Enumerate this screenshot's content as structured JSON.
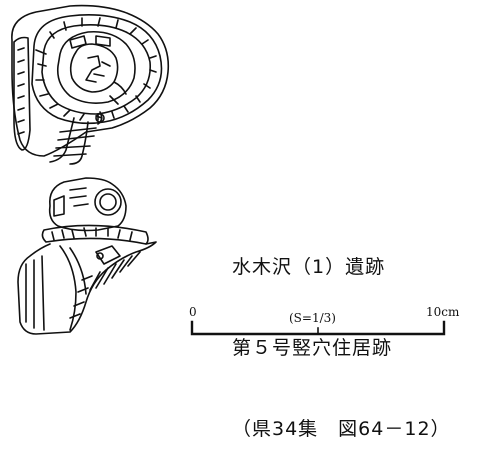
{
  "drawings": [
    {
      "name": "artifact-top-view",
      "icon": "pottery-fragment-sketch"
    },
    {
      "name": "artifact-side-view",
      "icon": "pottery-fragment-sketch"
    }
  ],
  "caption": {
    "line1": "水木沢（1）遺跡",
    "line2": "第５号竪穴住居跡",
    "line3": "（県34集　図64－12）"
  },
  "scale": {
    "zero_label": "0",
    "ratio_label": "(S=1/3)",
    "end_label": "10cm"
  },
  "colors": {
    "ink": "#111111",
    "background": "#ffffff"
  }
}
